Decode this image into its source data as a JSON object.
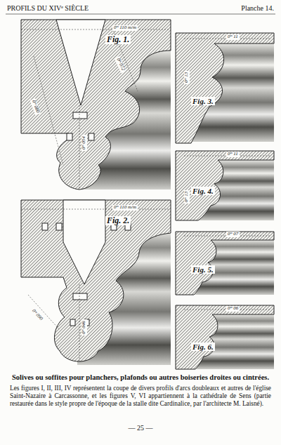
{
  "diagram": {
    "title": "Solives ou soffites pour planchers, plafonds ou autres boiseries droites ou cintrées.",
    "caption": "Les figures I, II, III, IV représentent la coupe de divers profils d'arcs doubleaux et autres de l'église Saint-Nazaire à Carcassonne, et les figures V, VI appartiennent à la cathédrale de Sens (partie restaurée dans le style propre de l'époque de la stalle dite Cardinalice, par l'architecte M. Laisné).",
    "labels": [
      "PROFILS DU XIVᵉ SIÈCLE",
      "Planche 14.",
      "Fig. 1.",
      "Fig. 2.",
      "Fig. 3.",
      "Fig. 4.",
      "Fig. 5.",
      "Fig. 6.",
      "0ᵐ 110 m/m",
      "0ᵐ 080",
      "0ᵐ 054",
      "0ᵐ 072",
      "0ᵐ 110 m/m",
      "0ᵐ 090",
      "0ᵐ 046",
      "0ᵐ 11",
      "0ᵐ 13",
      "0ᵐ 11",
      "0ᵐ 13",
      "0ᵐ 07",
      "0ᵐ 06",
      "— 25 —"
    ]
  }
}
